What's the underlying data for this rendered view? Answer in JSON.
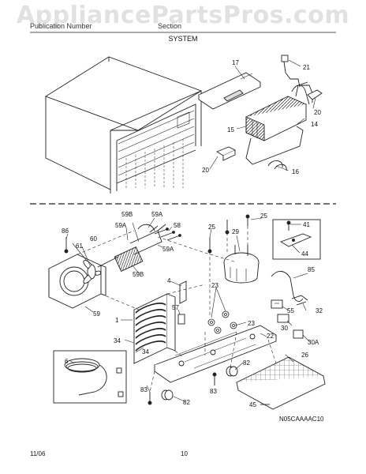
{
  "watermark": "AppliancePartsPros.com",
  "header": {
    "left": "Publication Number",
    "right": "Section",
    "section_label": "SYSTEM"
  },
  "callouts": {
    "c17": "17",
    "c21": "21",
    "c20a": "20",
    "c14": "14",
    "c15": "15",
    "c20b": "20",
    "c16": "16",
    "c59B": "59B",
    "c59A": "59A",
    "c58": "58",
    "c59A2": "59A",
    "c59A3": "59A",
    "c59B2": "59B",
    "c86": "86",
    "c61": "61",
    "c60": "60",
    "c59": "59",
    "c25a": "25",
    "c25b": "25",
    "c29": "29",
    "c41": "41",
    "c44": "44",
    "c85": "85",
    "c4": "4",
    "c57": "57",
    "c23a": "23",
    "c23b": "23",
    "c55": "55",
    "c32": "32",
    "c30": "30",
    "c30A": "30A",
    "c1": "1",
    "c34a": "34",
    "c34b": "34",
    "c22": "22",
    "c26": "26",
    "c6": "6",
    "c82a": "82",
    "c82b": "82",
    "c83a": "83",
    "c83b": "83",
    "c45": "45"
  },
  "diagram_code": "N05CAAAAC10",
  "footer": {
    "date": "11/06",
    "page": "10"
  }
}
